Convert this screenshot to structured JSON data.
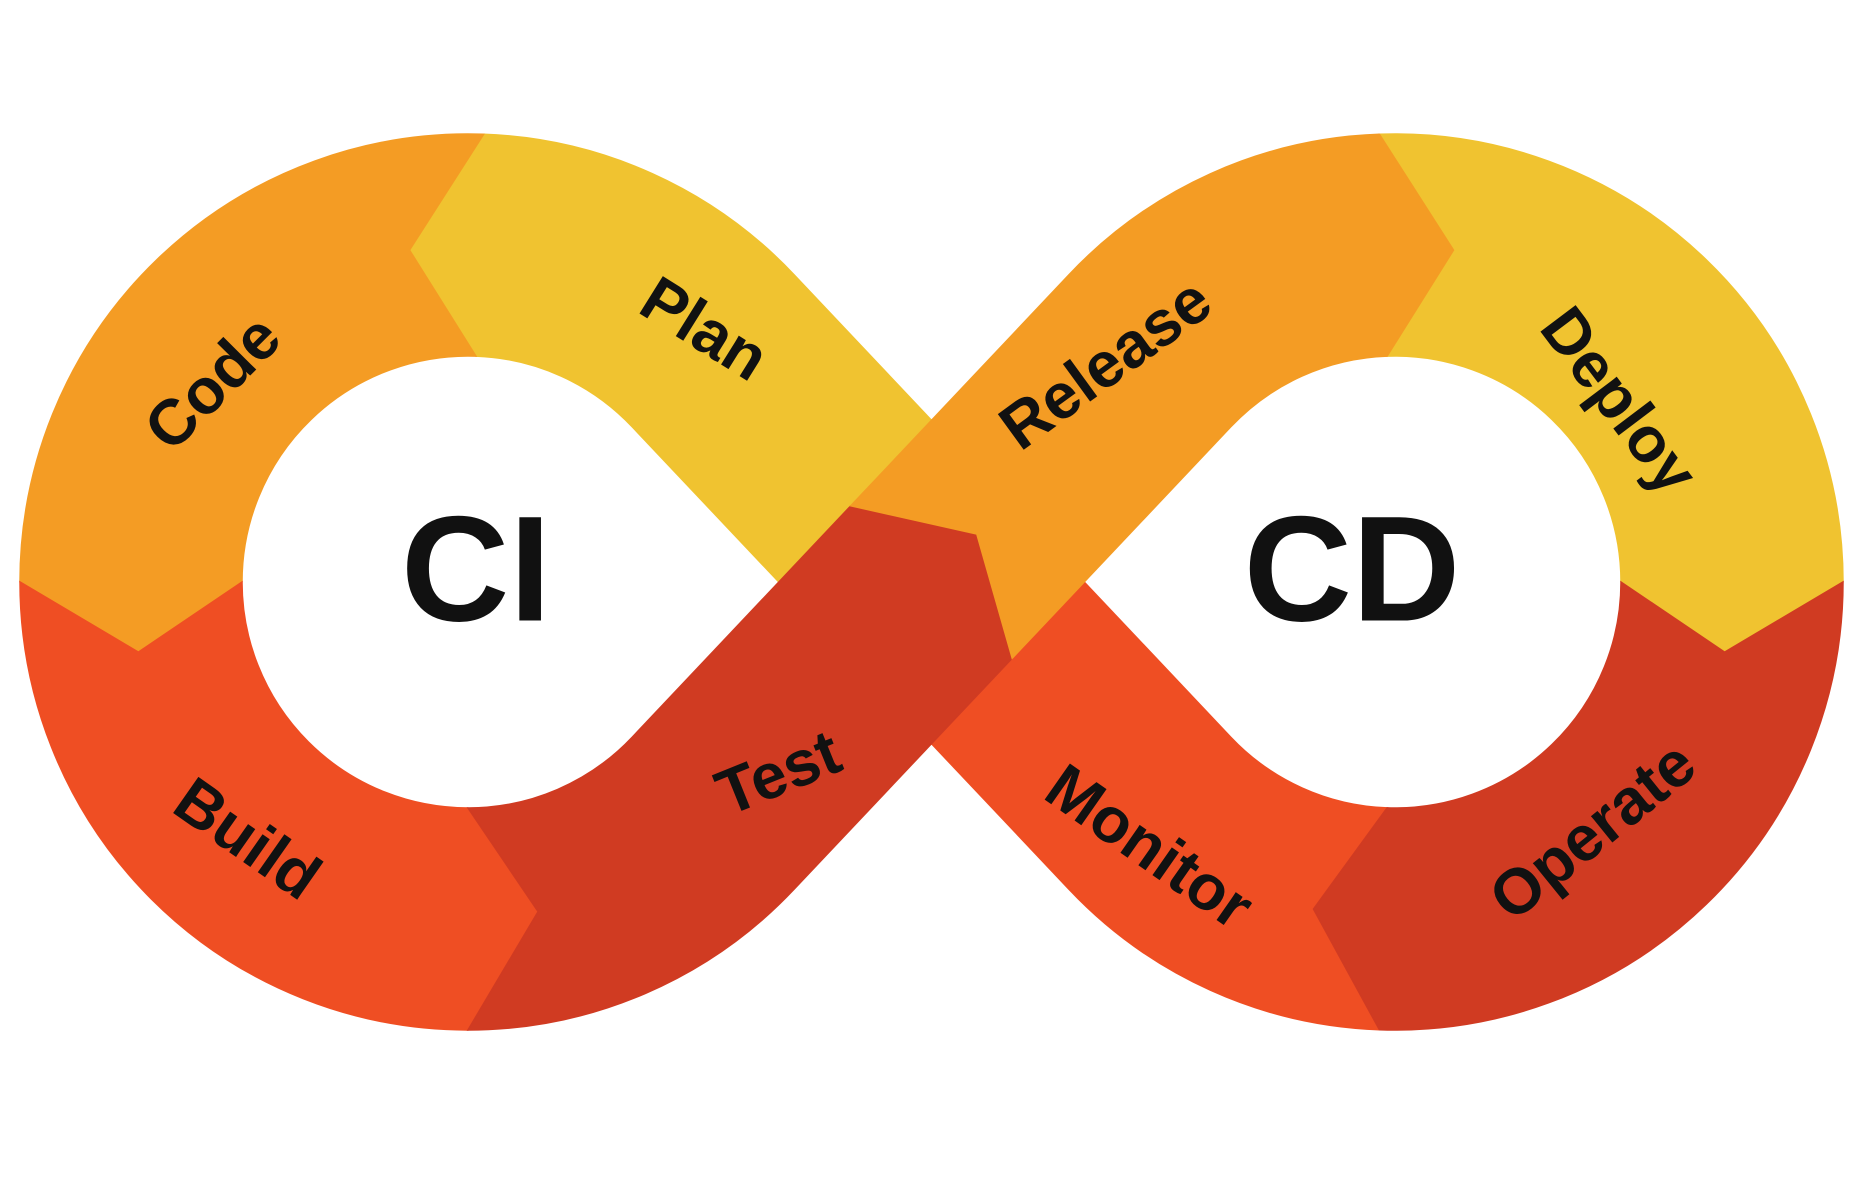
{
  "diagram": {
    "name": "CI/CD infinity loop",
    "background": "#FFFFFF",
    "colors": {
      "yellow": "#F0C330",
      "orange": "#F49C24",
      "red": "#EF4E23",
      "dark_red": "#D03B22",
      "label": "#111111"
    },
    "left_loop": {
      "title": "CI"
    },
    "right_loop": {
      "title": "CD"
    },
    "flow_order": [
      "Plan",
      "Code",
      "Build",
      "Test",
      "Release",
      "Deploy",
      "Operate",
      "Monitor"
    ],
    "segments": [
      {
        "id": "plan",
        "label": "Plan",
        "loop": "CI",
        "color_key": "yellow"
      },
      {
        "id": "code",
        "label": "Code",
        "loop": "CI",
        "color_key": "orange"
      },
      {
        "id": "build",
        "label": "Build",
        "loop": "CI",
        "color_key": "red"
      },
      {
        "id": "test",
        "label": "Test",
        "loop": "CI",
        "color_key": "dark_red"
      },
      {
        "id": "release",
        "label": "Release",
        "loop": "CD",
        "color_key": "orange"
      },
      {
        "id": "deploy",
        "label": "Deploy",
        "loop": "CD",
        "color_key": "yellow"
      },
      {
        "id": "operate",
        "label": "Operate",
        "loop": "CD",
        "color_key": "dark_red"
      },
      {
        "id": "monitor",
        "label": "Monitor",
        "loop": "CD",
        "color_key": "red"
      }
    ]
  }
}
